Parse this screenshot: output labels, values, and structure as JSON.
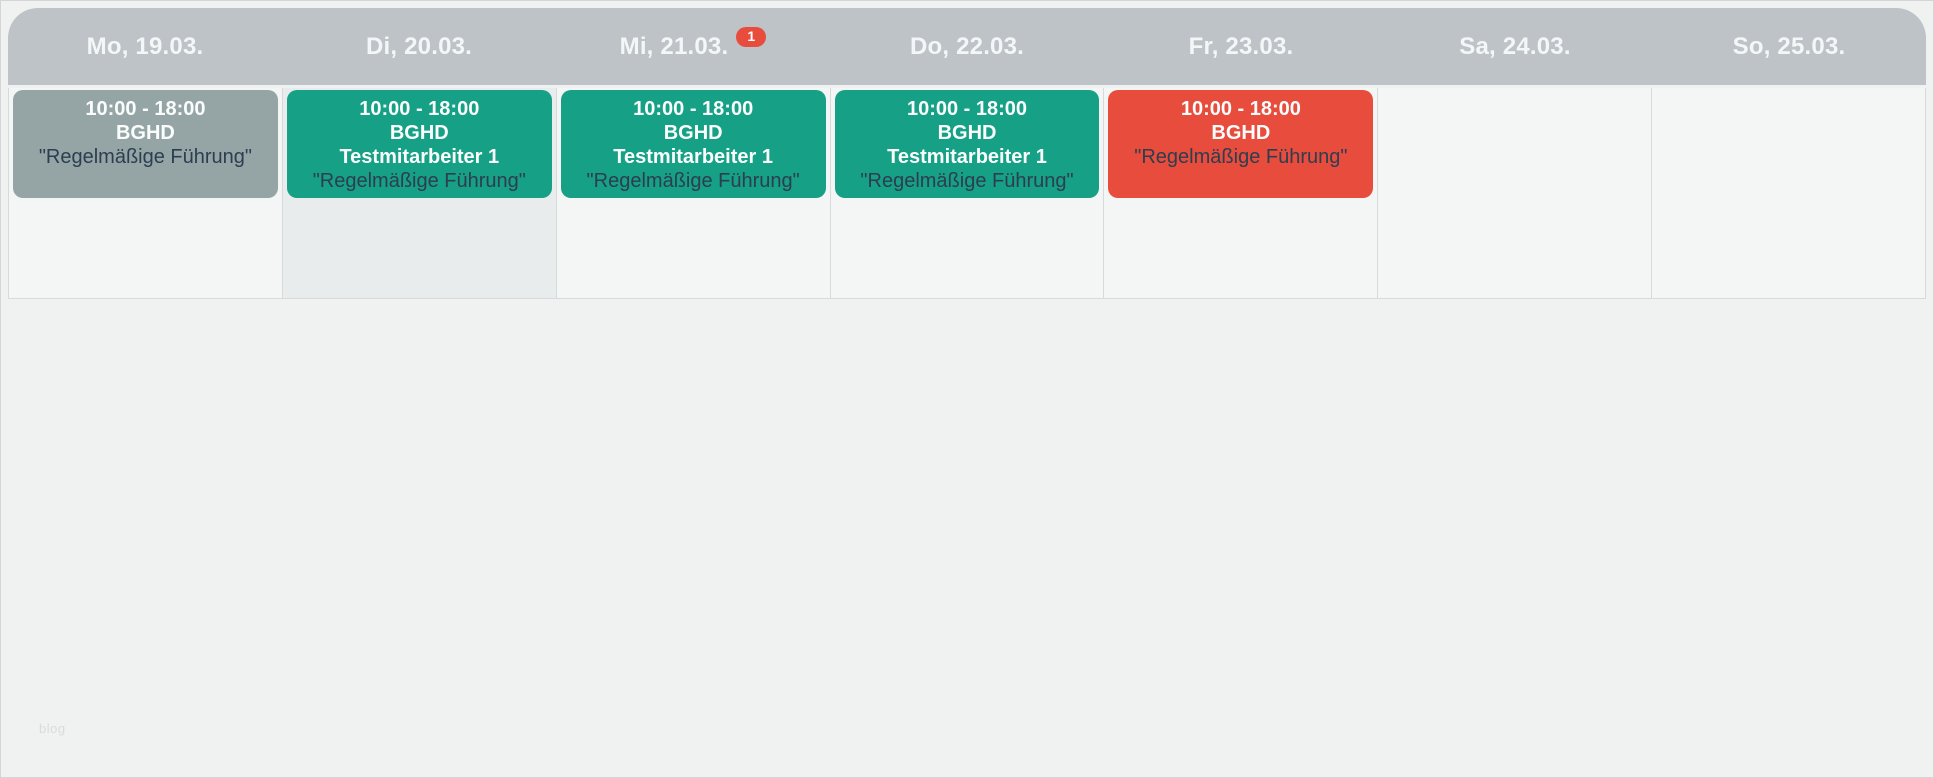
{
  "page": {
    "watermark": "blog"
  },
  "colors": {
    "page_bg": "#f0f1f1",
    "header_bg": "#bdc3c7",
    "header_text": "#f4f7f7",
    "cell_bg": "#f4f5f5",
    "today_highlight_bg": "#e8eced",
    "cell_border": "#d7dadb",
    "note_text": "#2c3e50",
    "badge_bg": "#e74c3c",
    "event_gray": "#95a5a6",
    "event_teal": "#16a085",
    "event_red": "#e74c3c"
  },
  "calendar": {
    "days": [
      {
        "label": "Mo, 19.03.",
        "highlighted": false,
        "event": {
          "time": "10:00 - 18:00",
          "org": "BGHD",
          "note": "\"Regelmäßige Führung\"",
          "status": "gray",
          "color": "#95a5a6"
        }
      },
      {
        "label": "Di, 20.03.",
        "highlighted": true,
        "event": {
          "time": "10:00 - 18:00",
          "org": "BGHD",
          "person": "Testmitarbeiter 1",
          "note": "\"Regelmäßige Führung\"",
          "status": "teal",
          "color": "#16a085"
        }
      },
      {
        "label": "Mi, 21.03.",
        "badge": "1",
        "highlighted": false,
        "event": {
          "time": "10:00 - 18:00",
          "org": "BGHD",
          "person": "Testmitarbeiter 1",
          "note": "\"Regelmäßige Führung\"",
          "status": "teal",
          "color": "#16a085"
        }
      },
      {
        "label": "Do, 22.03.",
        "highlighted": false,
        "event": {
          "time": "10:00 - 18:00",
          "org": "BGHD",
          "person": "Testmitarbeiter 1",
          "note": "\"Regelmäßige Führung\"",
          "status": "teal",
          "color": "#16a085"
        }
      },
      {
        "label": "Fr, 23.03.",
        "highlighted": false,
        "event": {
          "time": "10:00 - 18:00",
          "org": "BGHD",
          "note": "\"Regelmäßige Führung\"",
          "status": "red",
          "color": "#e74c3c"
        }
      },
      {
        "label": "Sa, 24.03.",
        "highlighted": false
      },
      {
        "label": "So, 25.03.",
        "highlighted": false
      }
    ]
  }
}
